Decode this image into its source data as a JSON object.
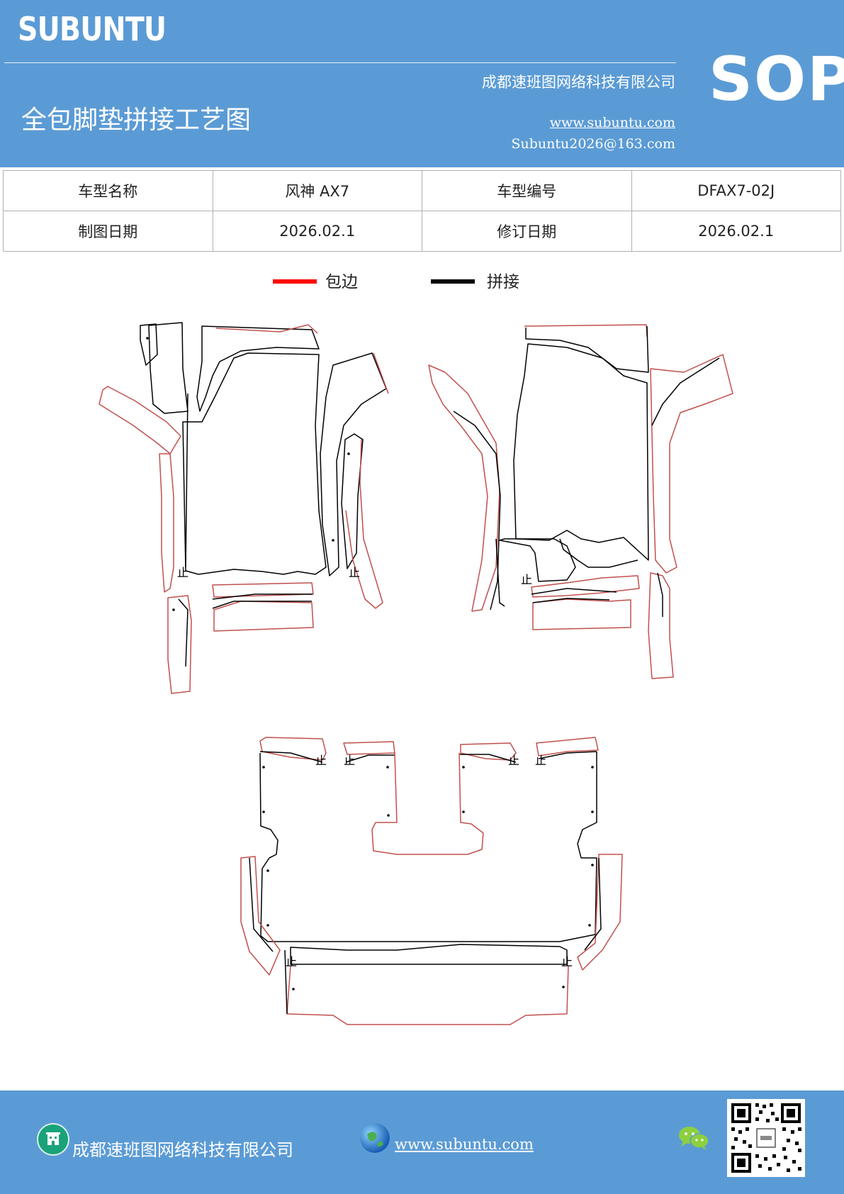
{
  "header": {
    "brand": "SUBUNTU",
    "sop": "SOP",
    "company": "成都速班图网络科技有限公司",
    "doc_title": "全包脚垫拼接工艺图",
    "website": "www.subuntu.com",
    "email": "Subuntu2026@163.com"
  },
  "info_table": {
    "rows": [
      {
        "label1": "车型名称",
        "value1": "风神 AX7",
        "label2": "车型编号",
        "value2": "DFAX7-02J"
      },
      {
        "label1": "制图日期",
        "value1": "2026.02.1",
        "label2": "修订日期",
        "value2": "2026.02.1"
      }
    ]
  },
  "legend": [
    {
      "label": "包边",
      "color": "#ff0000"
    },
    {
      "label": "拼接",
      "color": "#000000"
    }
  ],
  "drawing": {
    "stop_mark": "止",
    "edge_color": "#c0504d",
    "seam_color": "#000000"
  },
  "footer": {
    "company": "成都速班图网络科技有限公司",
    "website": "www.subuntu.com",
    "icons": [
      "building-icon",
      "globe-icon",
      "wechat-icon",
      "qr-code-icon"
    ]
  }
}
